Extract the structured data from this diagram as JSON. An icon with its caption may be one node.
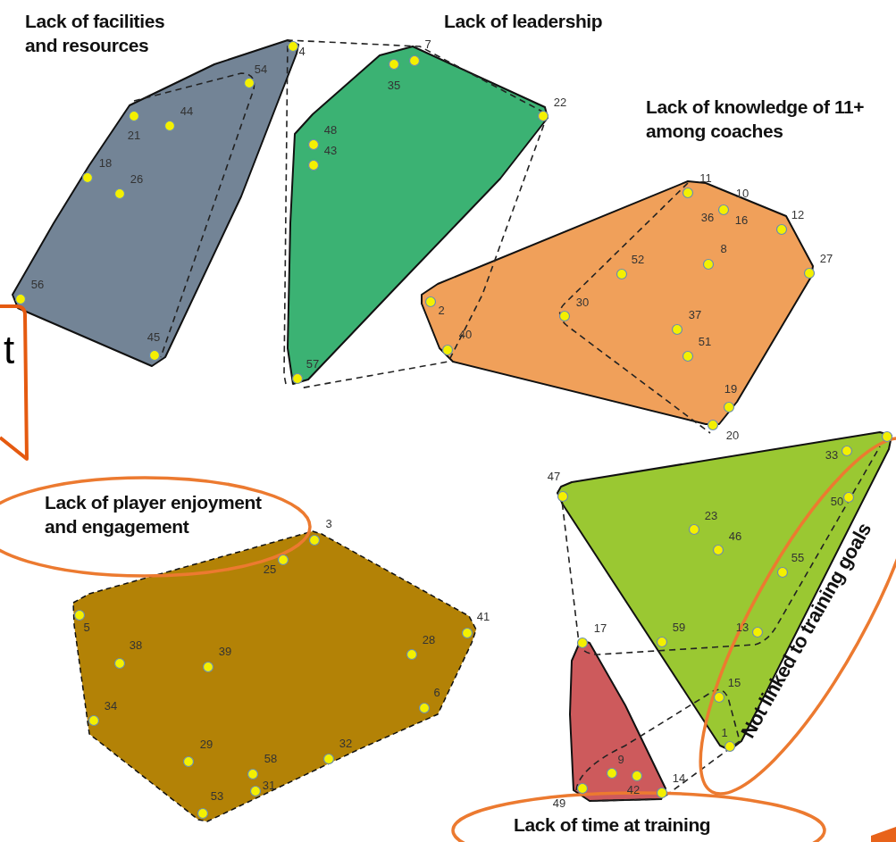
{
  "diagram": {
    "nodes": [
      {
        "text": [
          "Lack of facilities and resources"
        ]
      },
      {
        "text": [
          "Lack of leadership"
        ]
      },
      {
        "text": [
          "Lack of knowledge of 11+ among coaches"
        ]
      },
      {
        "text": [
          "Lack of player enjoyment and engagement"
        ]
      },
      {
        "text": [
          "Not linked to training goals"
        ]
      },
      {
        "text": [
          "Lack of time at training"
        ]
      }
    ],
    "labels": [
      "4",
      "54",
      "21",
      "44",
      "18",
      "26",
      "56",
      "45",
      "7",
      "35",
      "22",
      "48",
      "43",
      "57",
      "11",
      "10",
      "36",
      "16",
      "12",
      "8",
      "27",
      "52",
      "30",
      "2",
      "40",
      "37",
      "51",
      "19",
      "20",
      "3",
      "25",
      "5",
      "38",
      "39",
      "28",
      "41",
      "34",
      "6",
      "29",
      "58",
      "32",
      "31",
      "53",
      "47",
      "33",
      "50",
      "23",
      "46",
      "55",
      "59",
      "13",
      "15",
      "1",
      "17",
      "9",
      "49",
      "42",
      "14",
      "t"
    ]
  }
}
